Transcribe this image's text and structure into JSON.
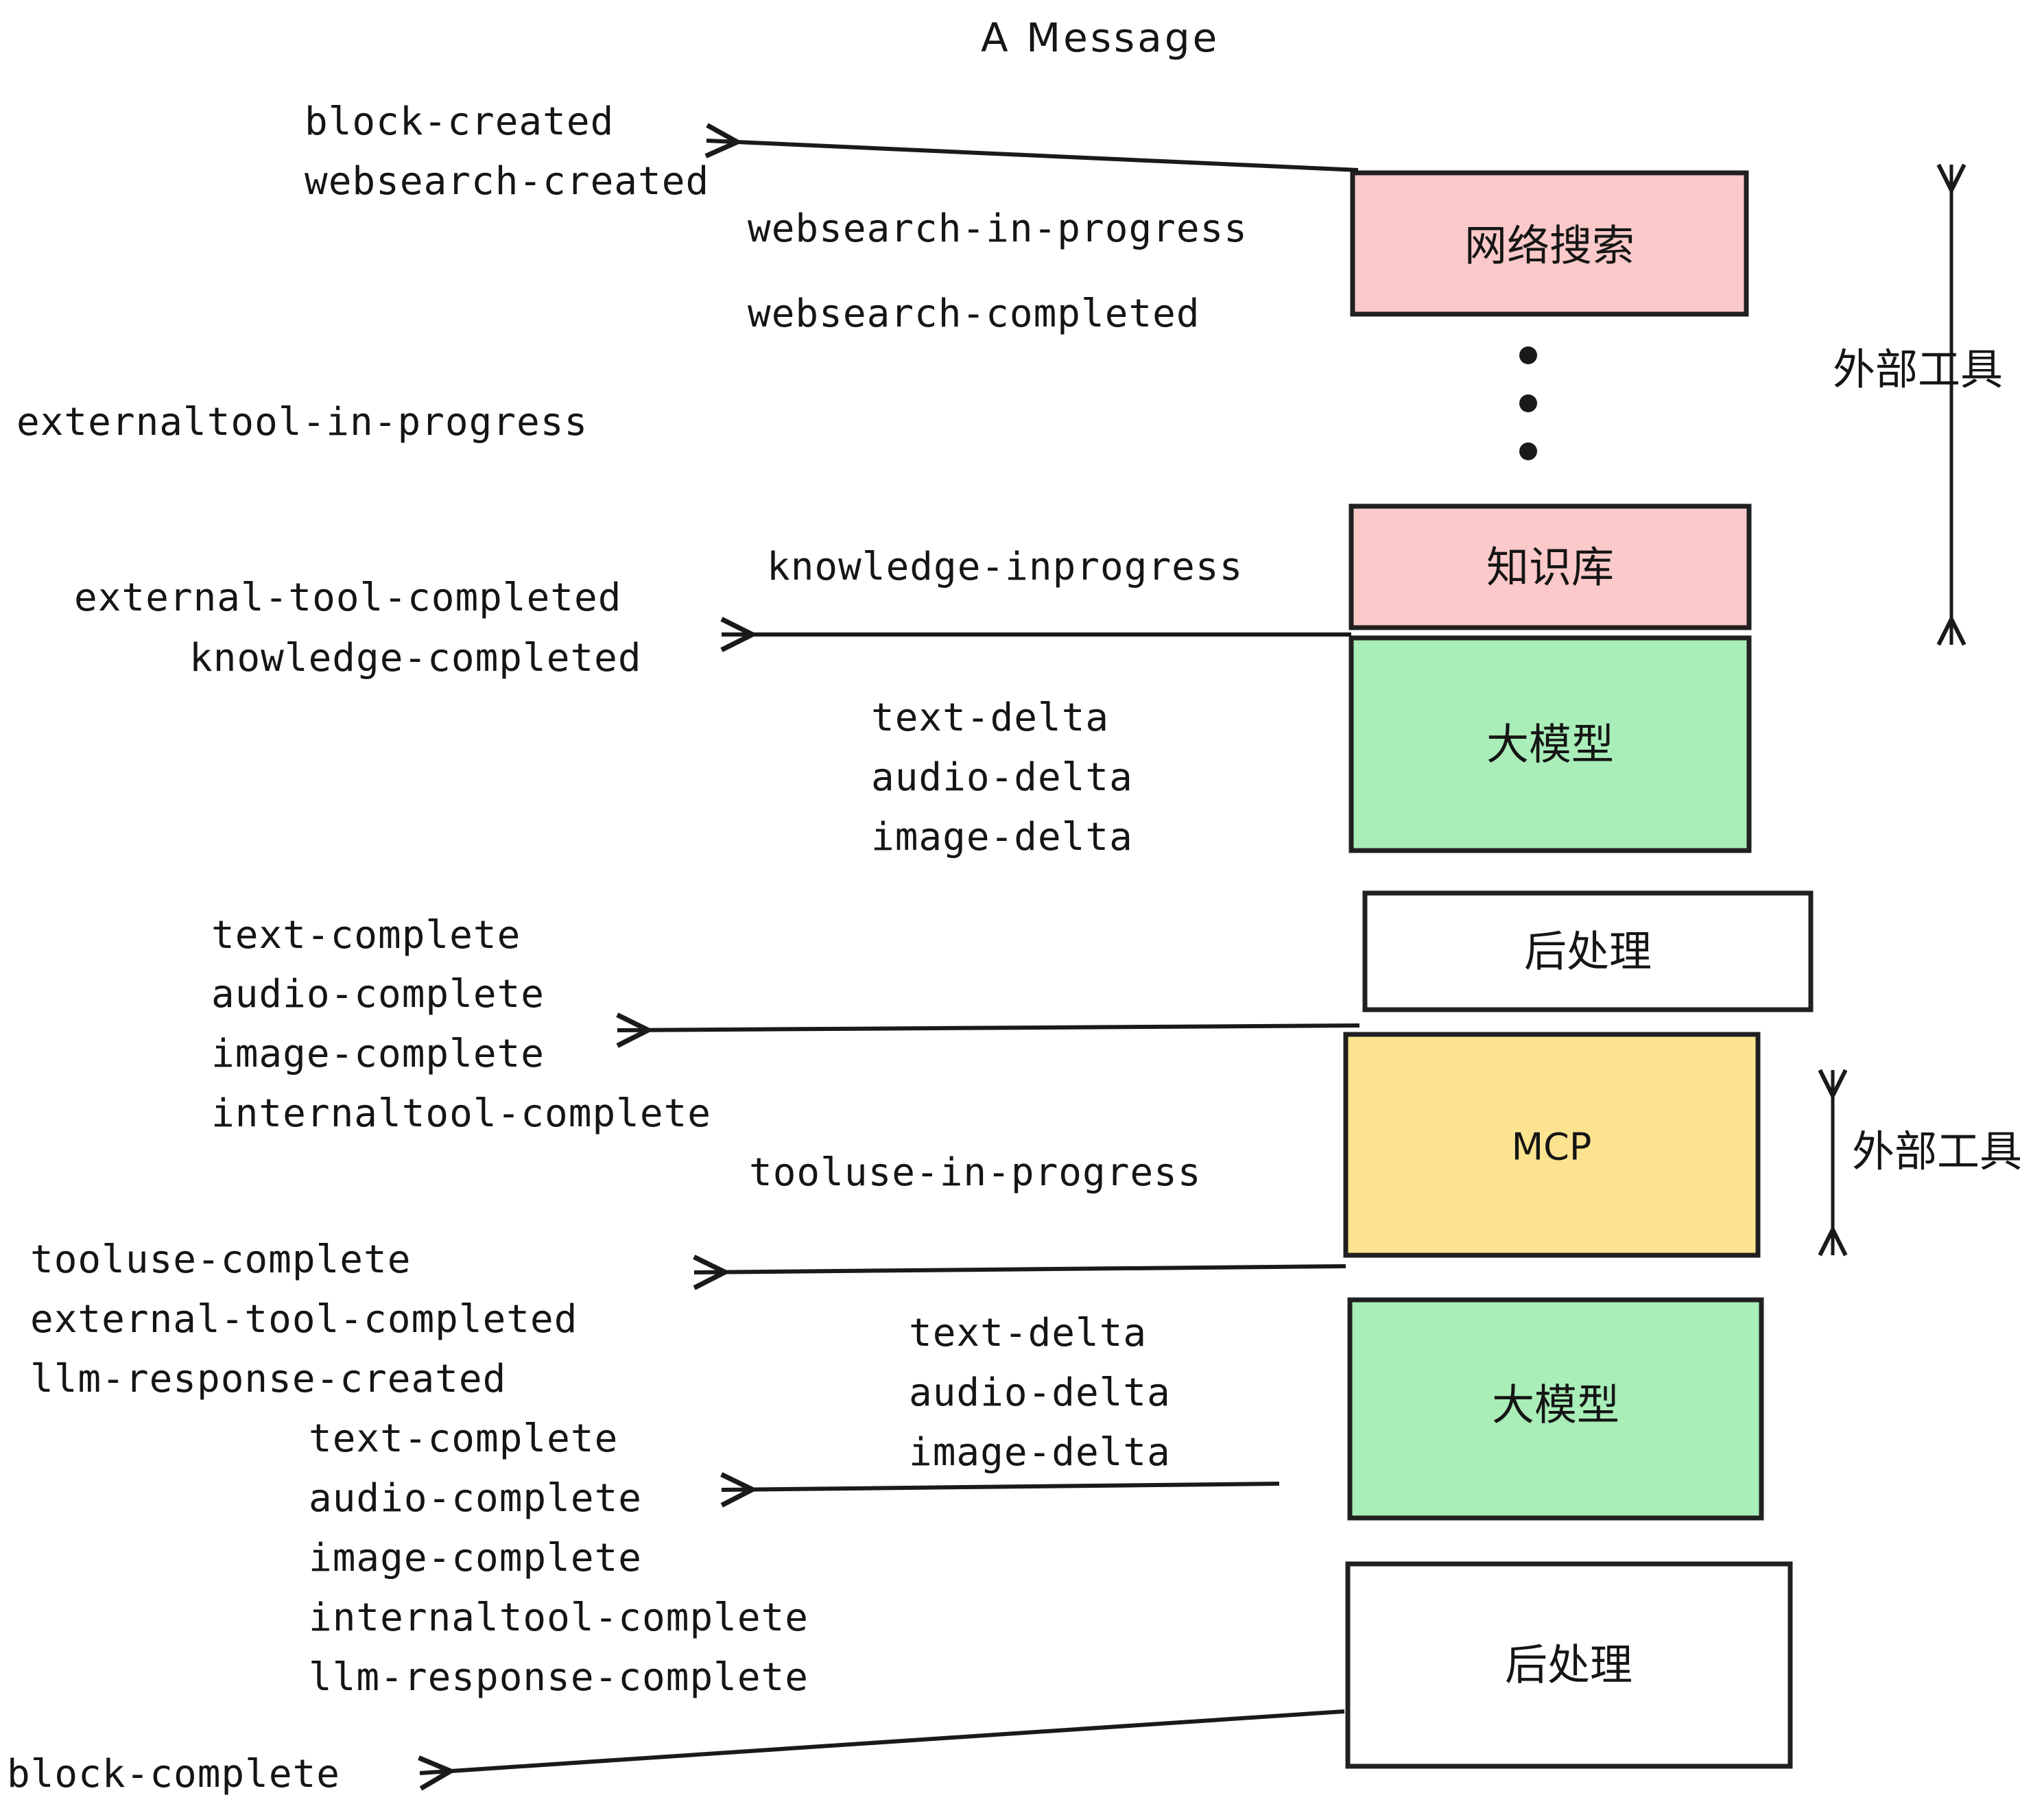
{
  "diagram": {
    "title": "A Message",
    "colors": {
      "pink": "#fbc9c9",
      "green": "#a9edb8",
      "yellow": "#fce38f",
      "white": "#ffffff",
      "stroke": "#202020",
      "text": "#151515"
    },
    "nodes": [
      {
        "id": "websearch",
        "label": "网络搜索",
        "fill": "#fbc9c9",
        "script": "cjk"
      },
      {
        "id": "knowledge",
        "label": "知识库",
        "fill": "#fbc9c9",
        "script": "cjk"
      },
      {
        "id": "llm-top",
        "label": "大模型",
        "fill": "#a9edb8",
        "script": "cjk"
      },
      {
        "id": "postproc-top",
        "label": "后处理",
        "fill": "#ffffff",
        "script": "cjk"
      },
      {
        "id": "mcp",
        "label": "MCP",
        "fill": "#fce38f",
        "script": "latin"
      },
      {
        "id": "llm-bottom",
        "label": "大模型",
        "fill": "#a9edb8",
        "script": "cjk"
      },
      {
        "id": "postproc-bottom",
        "label": "后处理",
        "fill": "#ffffff",
        "script": "cjk"
      }
    ],
    "side_labels": [
      {
        "id": "external-tools-top",
        "label": "外部工具"
      },
      {
        "id": "external-tools-bottom",
        "label": "外部工具"
      }
    ],
    "events": [
      {
        "id": "e01",
        "text": "block-created"
      },
      {
        "id": "e02",
        "text": "websearch-created"
      },
      {
        "id": "e03",
        "text": "websearch-in-progress"
      },
      {
        "id": "e04",
        "text": "websearch-completed"
      },
      {
        "id": "e05",
        "text": "externaltool-in-progress"
      },
      {
        "id": "e06",
        "text": "knowledge-inprogress"
      },
      {
        "id": "e07",
        "text": "external-tool-completed"
      },
      {
        "id": "e08",
        "text": "knowledge-completed"
      },
      {
        "id": "e09",
        "text": "text-delta"
      },
      {
        "id": "e10",
        "text": "audio-delta"
      },
      {
        "id": "e11",
        "text": "image-delta"
      },
      {
        "id": "e12",
        "text": "text-complete"
      },
      {
        "id": "e13",
        "text": "audio-complete"
      },
      {
        "id": "e14",
        "text": "image-complete"
      },
      {
        "id": "e15",
        "text": "internaltool-complete"
      },
      {
        "id": "e16",
        "text": "tooluse-in-progress"
      },
      {
        "id": "e17",
        "text": "tooluse-complete"
      },
      {
        "id": "e18",
        "text": "external-tool-completed"
      },
      {
        "id": "e19",
        "text": "llm-response-created"
      },
      {
        "id": "e20",
        "text": "text-complete"
      },
      {
        "id": "e21",
        "text": "audio-complete"
      },
      {
        "id": "e22",
        "text": "image-complete"
      },
      {
        "id": "e23",
        "text": "internaltool-complete"
      },
      {
        "id": "e24",
        "text": "llm-response-complete"
      },
      {
        "id": "e25",
        "text": "text-delta"
      },
      {
        "id": "e26",
        "text": "audio-delta"
      },
      {
        "id": "e27",
        "text": "image-delta"
      },
      {
        "id": "e28",
        "text": "block-complete"
      }
    ]
  }
}
